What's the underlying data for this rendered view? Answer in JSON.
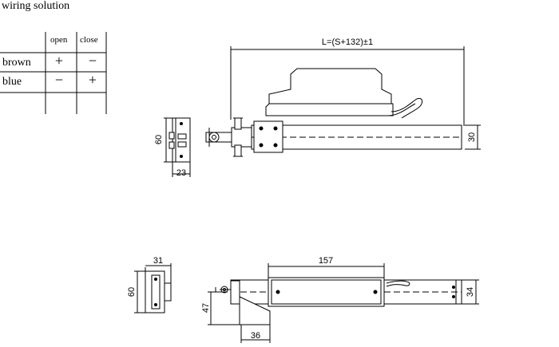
{
  "title": "wiring solution",
  "table": {
    "headers": [
      "open",
      "close"
    ],
    "rows": [
      {
        "label": "brown",
        "open": "+",
        "close": "−"
      },
      {
        "label": "blue",
        "open": "−",
        "close": "+"
      }
    ]
  },
  "top_view": {
    "length_label": "L=(S+132)±1",
    "height_label": "30",
    "end_height_label": "60",
    "end_width_label": "23"
  },
  "bottom_view": {
    "motor_length_label": "157",
    "height_label": "34",
    "bracket_offset_label": "47",
    "bracket_width_label": "36",
    "end_width_label": "31",
    "end_height_label": "60"
  }
}
